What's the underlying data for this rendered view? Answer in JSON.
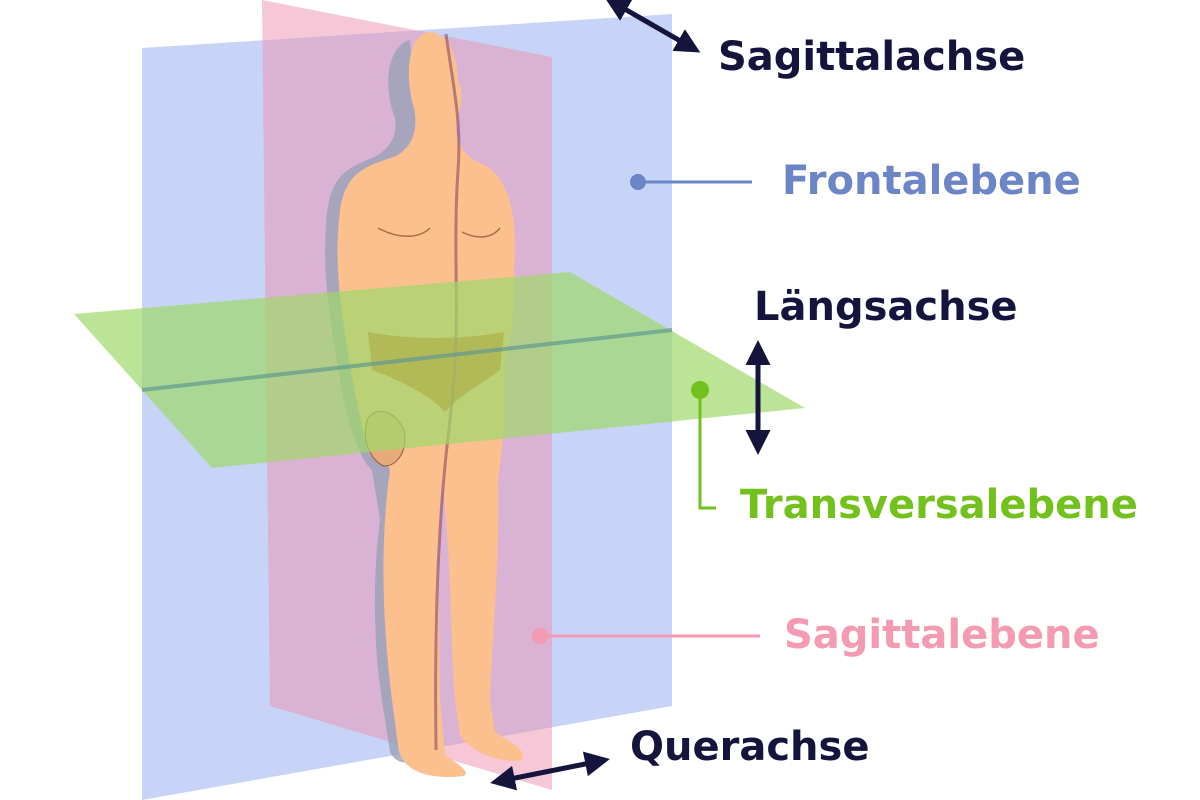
{
  "labels": {
    "sagittalachse": "Sagittalachse",
    "frontalebene": "Frontalebene",
    "laengsachse": "Längsachse",
    "transversalebene": "Transversalebene",
    "sagittalebene": "Sagittalebene",
    "querachse": "Querachse"
  },
  "colors": {
    "axis_dark": "#14143c",
    "frontal_blue": "#6b85c7",
    "frontal_plane_fill": "#a9bdf5",
    "transversal_green": "#72c11c",
    "transversal_plane_fill": "#9fd86a",
    "sagittal_pink": "#f49ab2",
    "sagittal_plane_fill": "#ee8fae",
    "skin": "#fcc08f",
    "briefs": "#d96a22",
    "body_shadow": "#9aa0b8"
  }
}
